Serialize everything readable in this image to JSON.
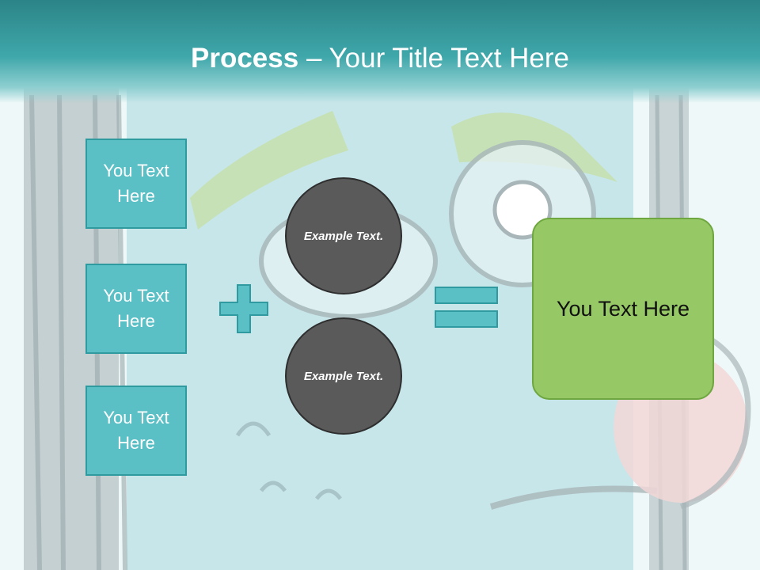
{
  "slide": {
    "title_bold": "Process",
    "title_rest": " – Your Title Text Here",
    "left_boxes": [
      {
        "text": "You Text Here"
      },
      {
        "text": "You Text Here"
      },
      {
        "text": "You Text Here"
      }
    ],
    "circles": [
      {
        "text": "Example Text."
      },
      {
        "text": "Example Text."
      }
    ],
    "result": {
      "text": "You Text Here"
    }
  },
  "icons": {
    "plus": "plus-icon",
    "equals": "equals-icon"
  },
  "colors": {
    "title_bar": "#3fa7aa",
    "box_fill": "#5bc0c6",
    "circle_fill": "#5a5a5a",
    "result_fill": "#96c865"
  }
}
